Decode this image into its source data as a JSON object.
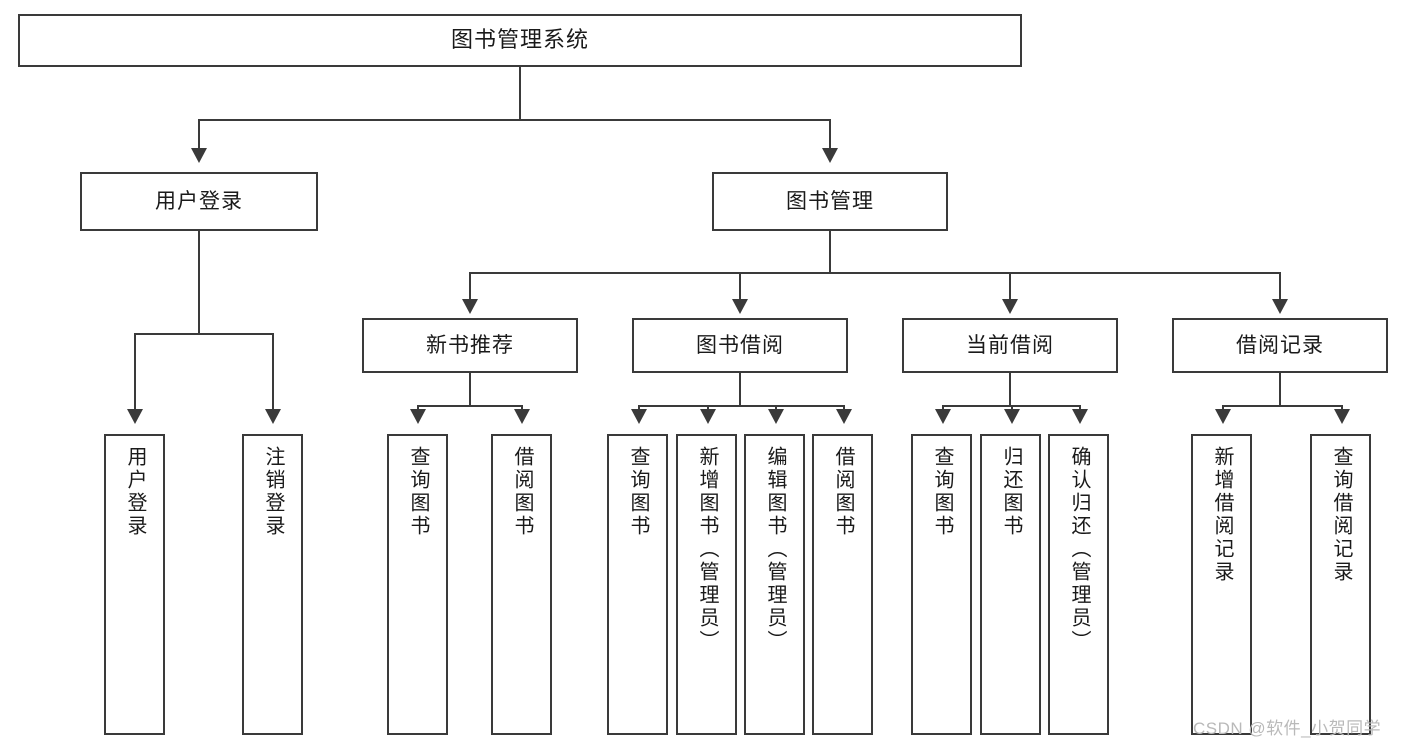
{
  "diagram": {
    "title": "图书管理系统",
    "type": "功能结构图",
    "root": {
      "label": "图书管理系统"
    },
    "level1": [
      {
        "label": "用户登录"
      },
      {
        "label": "图书管理"
      }
    ],
    "level2": [
      {
        "label": "新书推荐"
      },
      {
        "label": "图书借阅"
      },
      {
        "label": "当前借阅"
      },
      {
        "label": "借阅记录"
      }
    ],
    "leaves": {
      "user_login": [
        {
          "label": "用户登录"
        },
        {
          "label": "注销登录"
        }
      ],
      "new_book": [
        {
          "label": "查询图书"
        },
        {
          "label": "借阅图书"
        }
      ],
      "book_borrow": [
        {
          "label": "查询图书"
        },
        {
          "label": "新增图书（管理员）"
        },
        {
          "label": "编辑图书（管理员）"
        },
        {
          "label": "借阅图书"
        }
      ],
      "current_borrow": [
        {
          "label": "查询图书"
        },
        {
          "label": "归还图书"
        },
        {
          "label": "确认归还（管理员）"
        }
      ],
      "borrow_record": [
        {
          "label": "新增借阅记录"
        },
        {
          "label": "查询借阅记录"
        }
      ]
    }
  },
  "watermark": {
    "text": "CSDN @软件_小贺同学"
  },
  "colors": {
    "stroke": "#3a3a3a",
    "text": "#1a1a1a",
    "background": "#ffffff",
    "watermark": "#b9b9b9"
  }
}
